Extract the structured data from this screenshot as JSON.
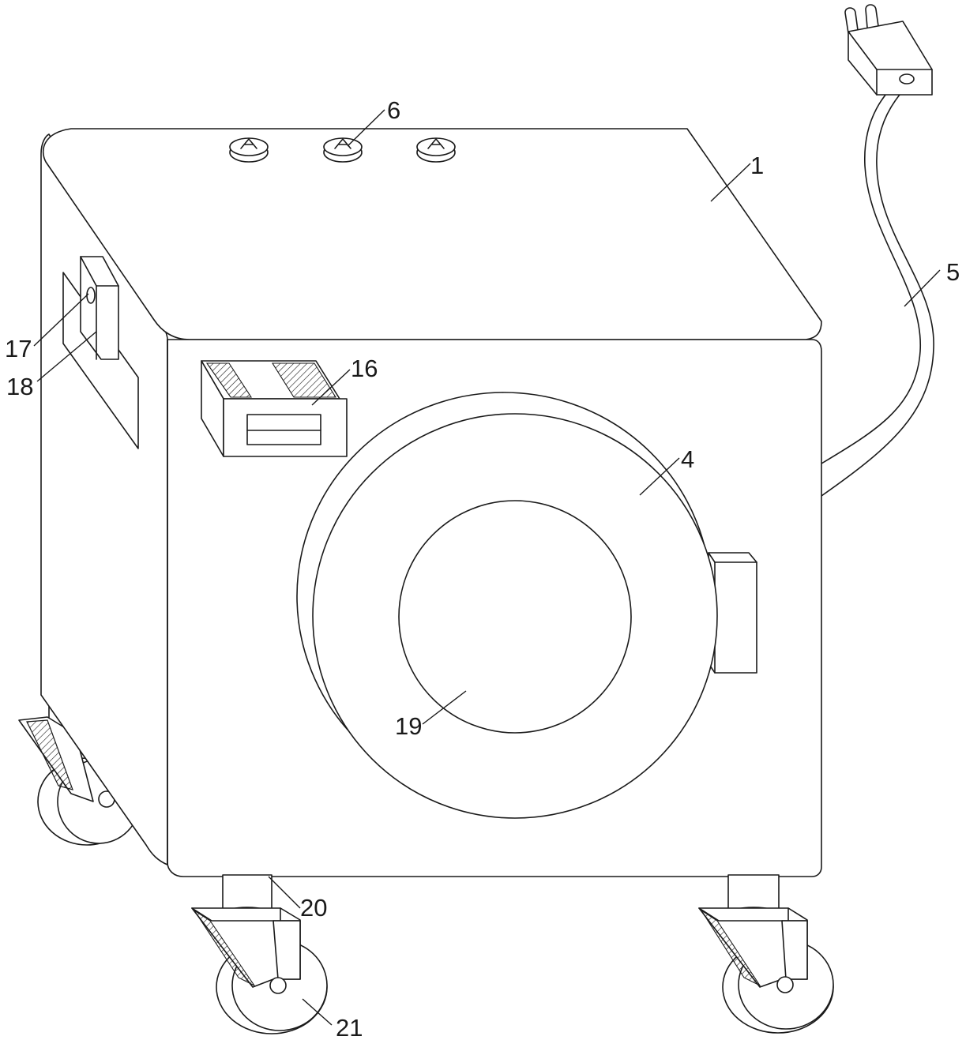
{
  "labels": {
    "l1": "1",
    "l4": "4",
    "l5": "5",
    "l6": "6",
    "l16": "16",
    "l17": "17",
    "l18": "18",
    "l19": "19",
    "l20": "20",
    "l21": "21"
  }
}
